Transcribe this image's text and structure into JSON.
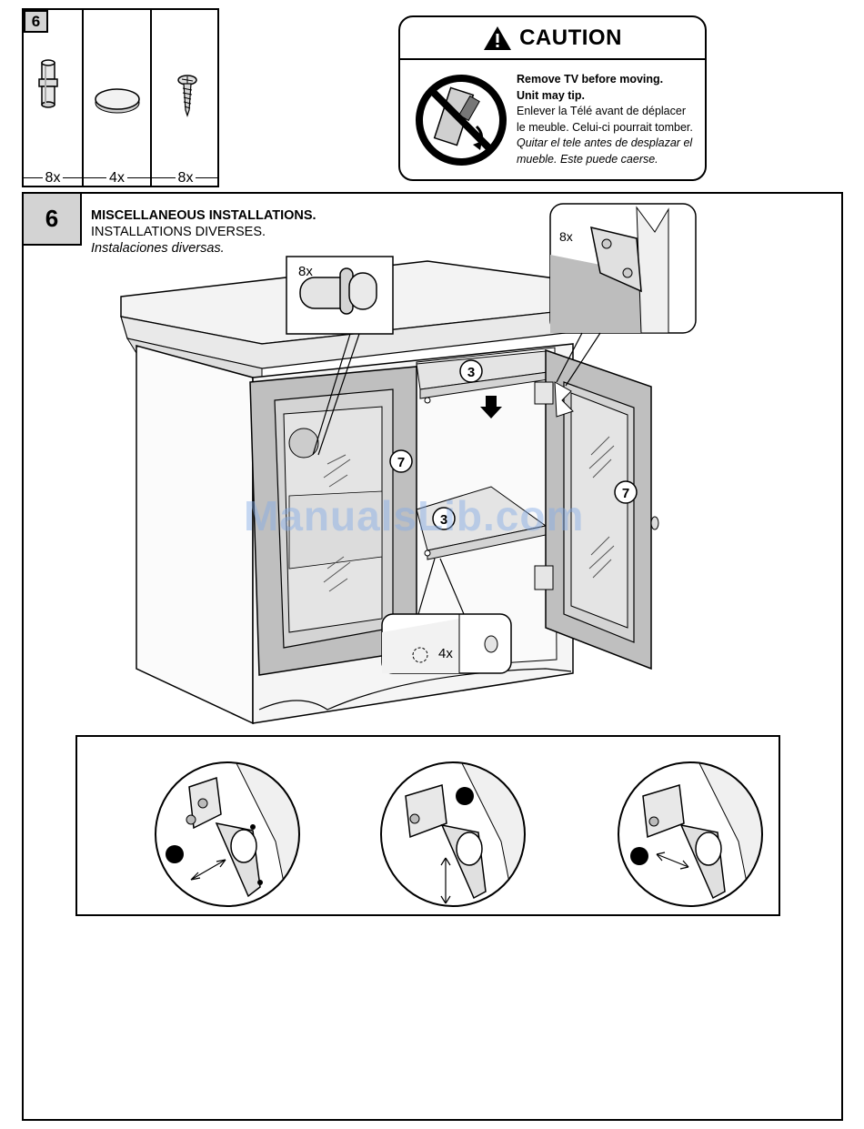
{
  "parts_panel": {
    "step_number": "6",
    "parts": [
      {
        "icon": "shelf-pin-icon",
        "qty": "8x"
      },
      {
        "icon": "bumper-pad-icon",
        "qty": "4x"
      },
      {
        "icon": "screw-icon",
        "qty": "8x"
      }
    ]
  },
  "caution": {
    "title": "CAUTION",
    "icon": "no-tip-tv-icon",
    "en_line1": "Remove TV before moving.",
    "en_line2": "Unit may tip.",
    "fr_line1": "Enlever la Télé avant de déplacer",
    "fr_line2": "le meuble. Celui-ci pourrait tomber.",
    "es_line1": "Quitar el tele antes de desplazar el",
    "es_line2": "mueble. Este puede caerse."
  },
  "step": {
    "number": "6",
    "title_en": "MISCELLANEOUS INSTALLATIONS.",
    "title_fr": "INSTALLATIONS DIVERSES.",
    "title_es": "Instalaciones diversas."
  },
  "callouts": {
    "pin_qty": "8x",
    "hinge_qty": "8x",
    "bumper_qty": "4x",
    "shelf_top_label": "3",
    "shelf_mid_label": "3",
    "door_left_label": "7",
    "door_right_label": "7"
  },
  "watermark": "ManualsLib.com"
}
